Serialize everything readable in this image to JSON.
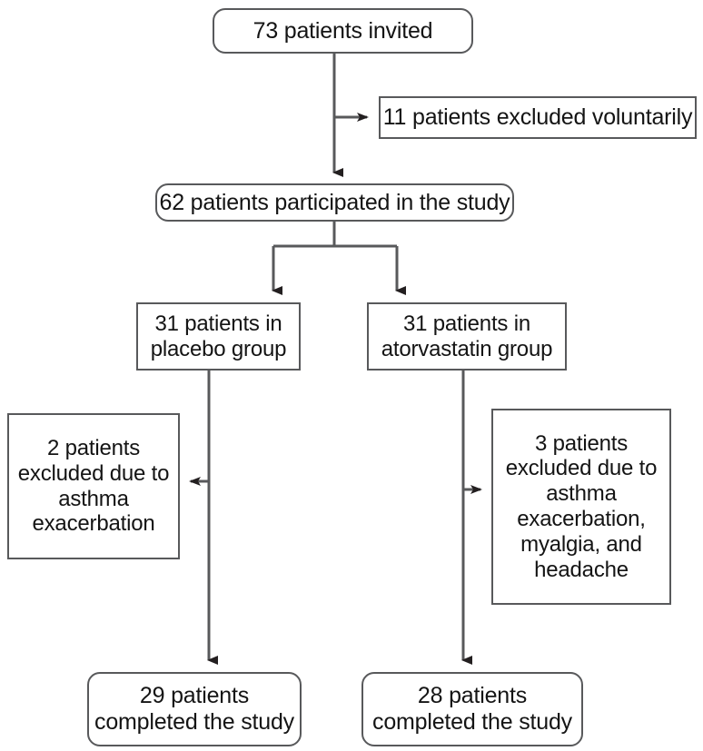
{
  "diagram": {
    "type": "flowchart",
    "title": "Patient enrollment flow diagram",
    "colors": {
      "box_border": "#58595b",
      "box_fill": "#ffffff",
      "connector": "#58595b",
      "arrowhead": "#231f20",
      "text": "#141414",
      "background": "#ffffff"
    },
    "nodes": {
      "invited": "73 patients invited",
      "excluded_voluntarily": "11 patients excluded voluntarily",
      "participated": "62 patients participated in the study",
      "placebo_group": "31 patients in\nplacebo group",
      "atorvastatin_group": "31 patients in\natorvastatin group",
      "excluded_placebo": "2 patients\nexcluded due to\nasthma\nexacerbation",
      "excluded_atorvastatin": "3 patients\nexcluded due to\nasthma\nexacerbation,\nmyalgia, and\nheadache",
      "completed_placebo": "29 patients\ncompleted the study",
      "completed_atorvastatin": "28 patients\ncompleted the study"
    },
    "edges": [
      {
        "name": "invited-to-participated",
        "from": "invited",
        "to": "participated",
        "direction": "down"
      },
      {
        "name": "invited-to-excluded-voluntarily",
        "from": "invited",
        "to": "excluded_voluntarily",
        "direction": "right"
      },
      {
        "name": "participated-to-placebo",
        "from": "participated",
        "to": "placebo_group",
        "direction": "down"
      },
      {
        "name": "participated-to-atorvastatin",
        "from": "participated",
        "to": "atorvastatin_group",
        "direction": "down"
      },
      {
        "name": "placebo-to-excluded",
        "from": "placebo_group",
        "to": "excluded_placebo",
        "direction": "left"
      },
      {
        "name": "placebo-to-completed",
        "from": "placebo_group",
        "to": "completed_placebo",
        "direction": "down"
      },
      {
        "name": "atorvastatin-to-excluded",
        "from": "atorvastatin_group",
        "to": "excluded_atorvastatin",
        "direction": "right"
      },
      {
        "name": "atorvastatin-to-completed",
        "from": "atorvastatin_group",
        "to": "completed_atorvastatin",
        "direction": "down"
      }
    ]
  }
}
